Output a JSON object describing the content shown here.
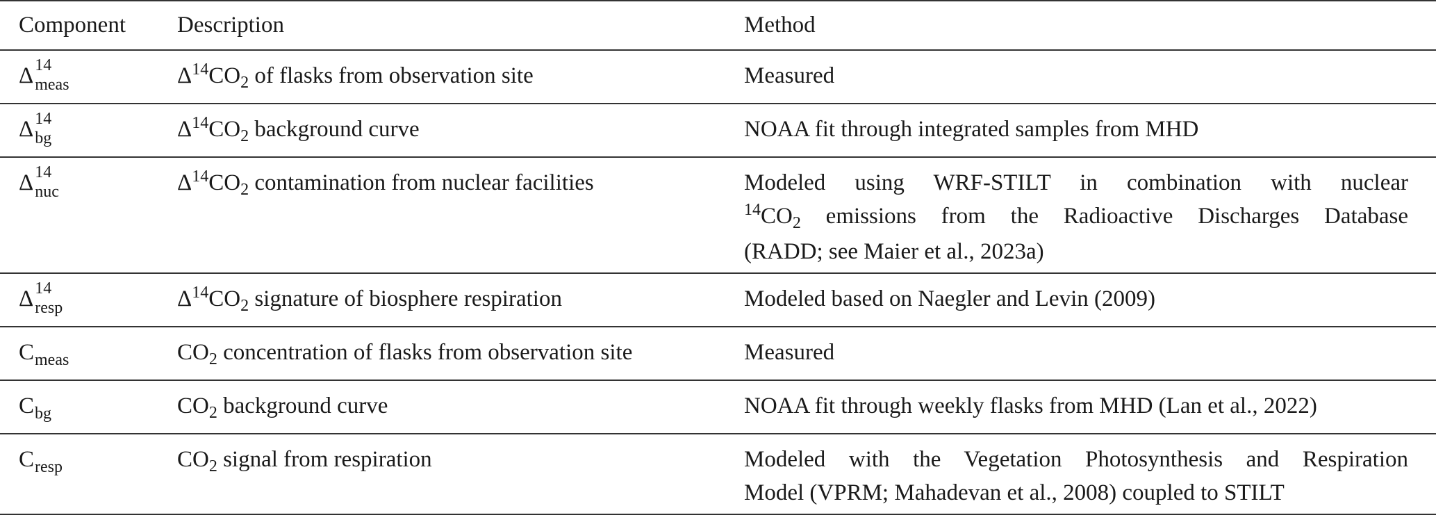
{
  "table": {
    "headers": {
      "component": "Component",
      "description": "Description",
      "method": "Method"
    },
    "rows": [
      {
        "component": {
          "base": "Δ",
          "sup": "14",
          "sub": "meas"
        },
        "description": {
          "prefix": "Δ",
          "sup": "14",
          "mid": "CO",
          "sub": "2",
          "text": " of flasks from observation site"
        },
        "method": "Measured"
      },
      {
        "component": {
          "base": "Δ",
          "sup": "14",
          "sub": "bg"
        },
        "description": {
          "prefix": "Δ",
          "sup": "14",
          "mid": "CO",
          "sub": "2",
          "text": " background curve"
        },
        "method": "NOAA fit through integrated samples from MHD"
      },
      {
        "component": {
          "base": "Δ",
          "sup": "14",
          "sub": "nuc"
        },
        "description": {
          "prefix": "Δ",
          "sup": "14",
          "mid": "CO",
          "sub": "2",
          "text": " contamination from nuclear facilities"
        },
        "method_lines": [
          "Modeled using WRF-STILT in combination with nuclear",
          {
            "sup": "14",
            "mid": "CO",
            "sub": "2",
            "text": " emissions from the Radioactive Discharges Database"
          },
          "(RADD; see Maier et al., 2023a)"
        ]
      },
      {
        "component": {
          "base": "Δ",
          "sup": "14",
          "sub": "resp"
        },
        "description": {
          "prefix": "Δ",
          "sup": "14",
          "mid": "CO",
          "sub": "2",
          "text": " signature of biosphere respiration"
        },
        "method": "Modeled based on Naegler and Levin (2009)"
      },
      {
        "component": {
          "base": "C",
          "sub": "meas"
        },
        "description": {
          "mid": "CO",
          "sub": "2",
          "text": " concentration of flasks from observation site"
        },
        "method": "Measured"
      },
      {
        "component": {
          "base": "C",
          "sub": "bg"
        },
        "description": {
          "mid": "CO",
          "sub": "2",
          "text": " background curve"
        },
        "method": "NOAA fit through weekly flasks from MHD (Lan et al., 2022)"
      },
      {
        "component": {
          "base": "C",
          "sub": "resp"
        },
        "description": {
          "mid": "CO",
          "sub": "2",
          "text": " signal from respiration"
        },
        "method_lines": [
          "Modeled with the Vegetation Photosynthesis and Respiration",
          "Model (VPRM; Mahadevan et al., 2008) coupled to STILT"
        ]
      }
    ]
  }
}
